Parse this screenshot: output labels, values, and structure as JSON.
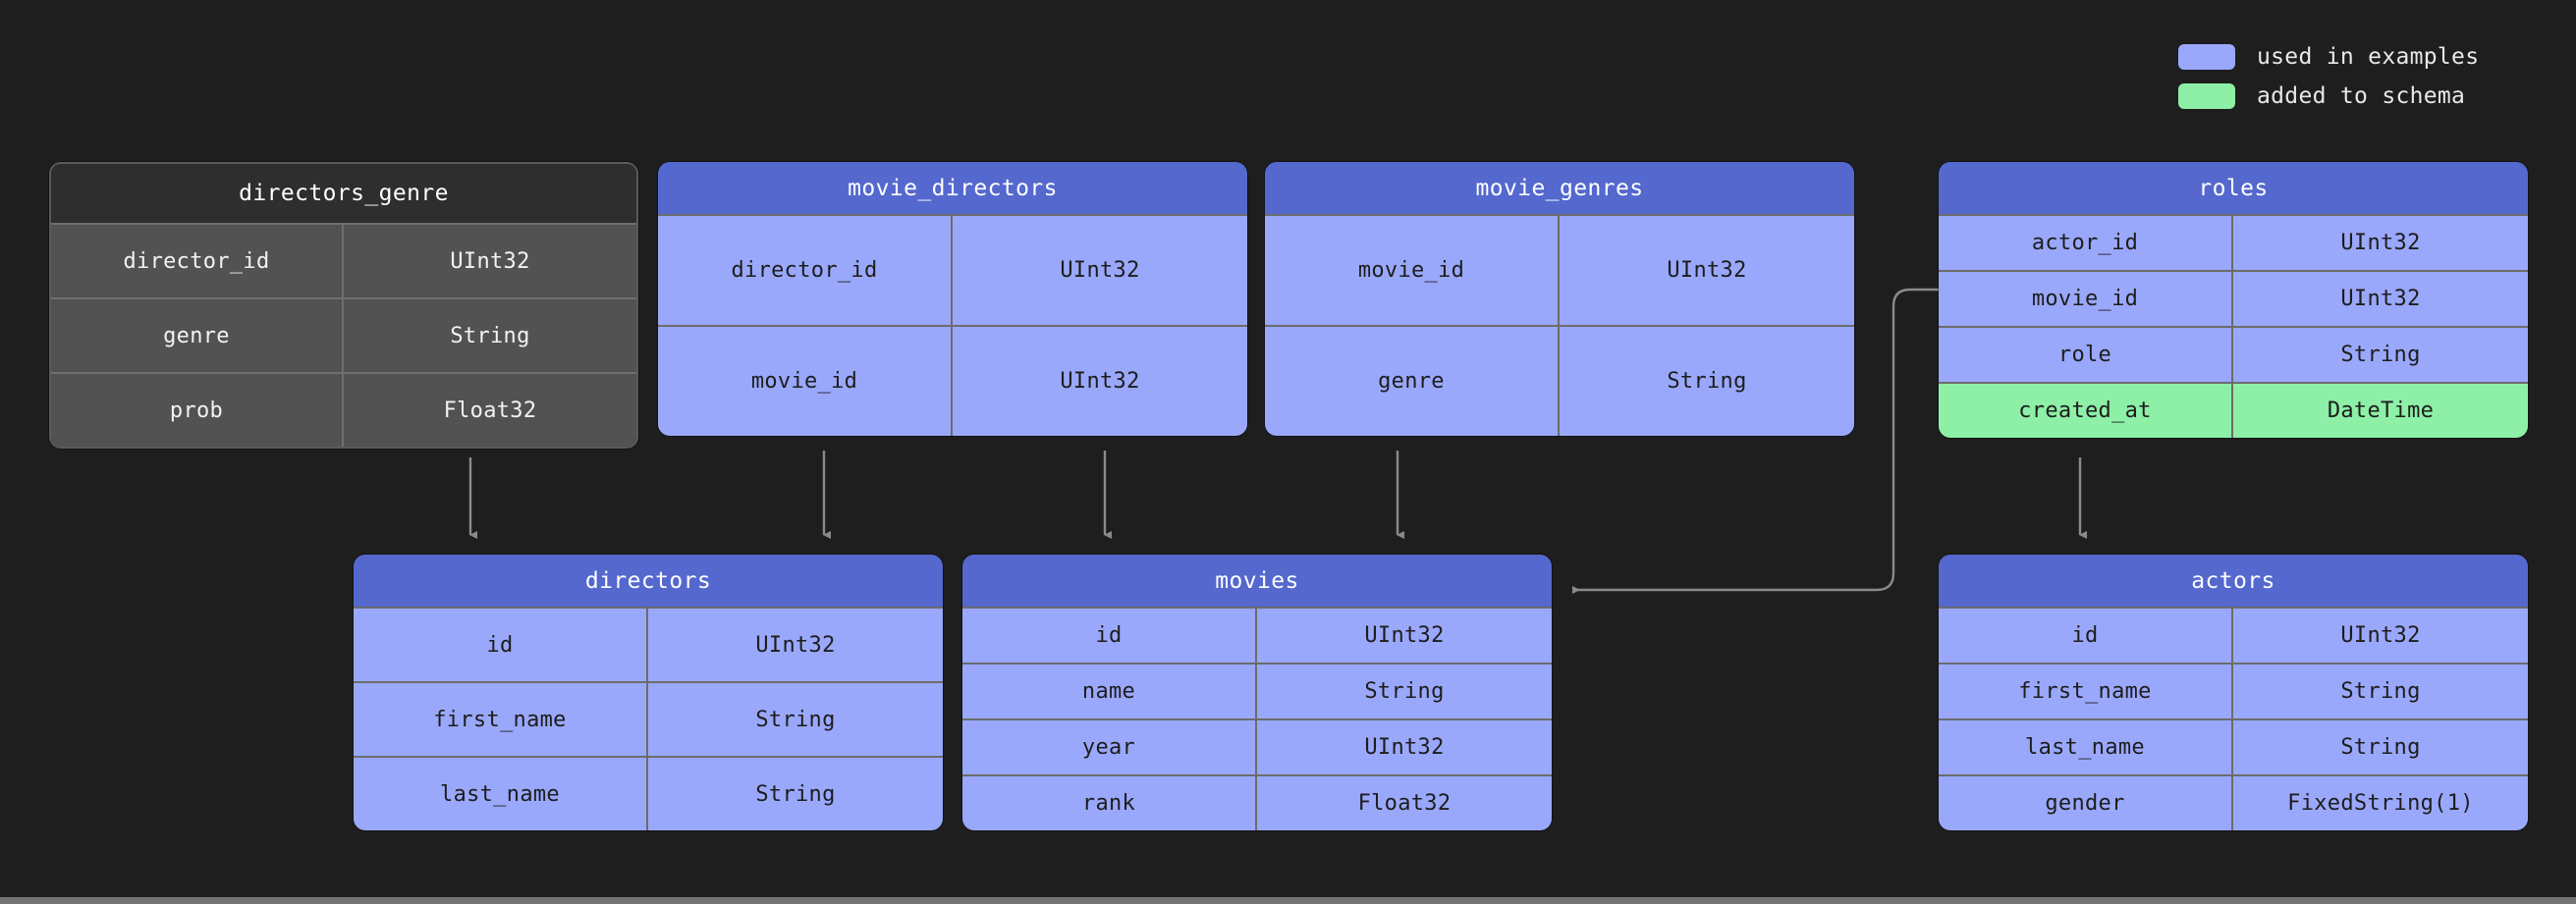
{
  "legend": {
    "items": [
      {
        "label": "used in examples",
        "color": "#9aa8fb",
        "swatch_name": "legend-swatch-blue"
      },
      {
        "label": "added to schema",
        "color": "#8df0a6",
        "swatch_name": "legend-swatch-green"
      }
    ]
  },
  "palette": {
    "background": "#1e1e1e",
    "header_blue": "#5468ce",
    "body_blue": "#9aa8fb",
    "added_green": "#8df0a6",
    "dark_header": "#2e2e2e",
    "dark_body": "#525252",
    "border": "#6c6c6c",
    "connector": "#8a8a8a"
  },
  "tables": [
    {
      "id": "directors_genre",
      "title": "directors_genre",
      "highlight": "none",
      "columns": [
        {
          "name": "director_id",
          "type": "UInt32",
          "state": "normal"
        },
        {
          "name": "genre",
          "type": "String",
          "state": "normal"
        },
        {
          "name": "prob",
          "type": "Float32",
          "state": "normal"
        }
      ]
    },
    {
      "id": "movie_directors",
      "title": "movie_directors",
      "highlight": "used",
      "columns": [
        {
          "name": "director_id",
          "type": "UInt32",
          "state": "normal"
        },
        {
          "name": "movie_id",
          "type": "UInt32",
          "state": "normal"
        }
      ]
    },
    {
      "id": "movie_genres",
      "title": "movie_genres",
      "highlight": "used",
      "columns": [
        {
          "name": "movie_id",
          "type": "UInt32",
          "state": "normal"
        },
        {
          "name": "genre",
          "type": "String",
          "state": "normal"
        }
      ]
    },
    {
      "id": "roles",
      "title": "roles",
      "highlight": "used",
      "columns": [
        {
          "name": "actor_id",
          "type": "UInt32",
          "state": "normal"
        },
        {
          "name": "movie_id",
          "type": "UInt32",
          "state": "normal"
        },
        {
          "name": "role",
          "type": "String",
          "state": "normal"
        },
        {
          "name": "created_at",
          "type": "DateTime",
          "state": "added"
        }
      ]
    },
    {
      "id": "directors",
      "title": "directors",
      "highlight": "used",
      "columns": [
        {
          "name": "id",
          "type": "UInt32",
          "state": "normal"
        },
        {
          "name": "first_name",
          "type": "String",
          "state": "normal"
        },
        {
          "name": "last_name",
          "type": "String",
          "state": "normal"
        }
      ]
    },
    {
      "id": "movies",
      "title": "movies",
      "highlight": "used",
      "columns": [
        {
          "name": "id",
          "type": "UInt32",
          "state": "normal"
        },
        {
          "name": "name",
          "type": "String",
          "state": "normal"
        },
        {
          "name": "year",
          "type": "UInt32",
          "state": "normal"
        },
        {
          "name": "rank",
          "type": "Float32",
          "state": "normal"
        }
      ]
    },
    {
      "id": "actors",
      "title": "actors",
      "highlight": "used",
      "columns": [
        {
          "name": "id",
          "type": "UInt32",
          "state": "normal"
        },
        {
          "name": "first_name",
          "type": "String",
          "state": "normal"
        },
        {
          "name": "last_name",
          "type": "String",
          "state": "normal"
        },
        {
          "name": "gender",
          "type": "FixedString(1)",
          "state": "normal"
        }
      ]
    }
  ],
  "relations": [
    {
      "from": "directors_genre",
      "to": "directors"
    },
    {
      "from": "movie_directors",
      "to": "directors"
    },
    {
      "from": "movie_directors",
      "to": "movies"
    },
    {
      "from": "movie_genres",
      "to": "movies"
    },
    {
      "from": "roles",
      "to": "movies"
    },
    {
      "from": "roles",
      "to": "actors"
    }
  ]
}
